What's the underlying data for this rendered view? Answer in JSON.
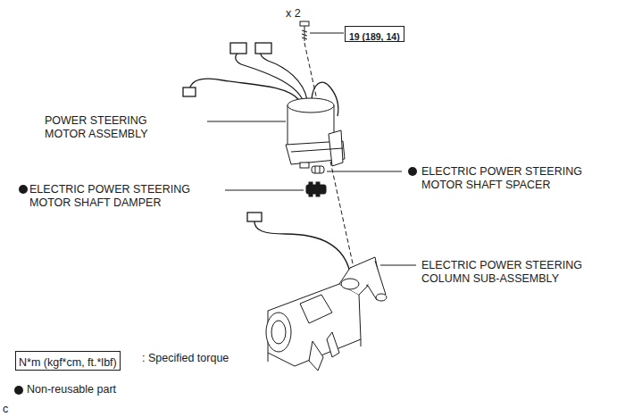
{
  "diagram": {
    "nodes": [
      {
        "text": [
          "19 (189, 14)"
        ]
      },
      {
        "text": [
          "N*m (kgf*cm, ft.*lbf)"
        ]
      }
    ],
    "labels": [
      "x 2",
      "POWER STEERING MOTOR ASSEMBLY",
      "ELECTRIC POWER STEERING MOTOR SHAFT SPACER",
      "ELECTRIC POWER STEERING MOTOR SHAFT DAMPER",
      "ELECTRIC POWER STEERING COLUMN SUB-ASSEMBLY",
      ": Specified torque",
      "Non-reusable part",
      "c"
    ]
  }
}
